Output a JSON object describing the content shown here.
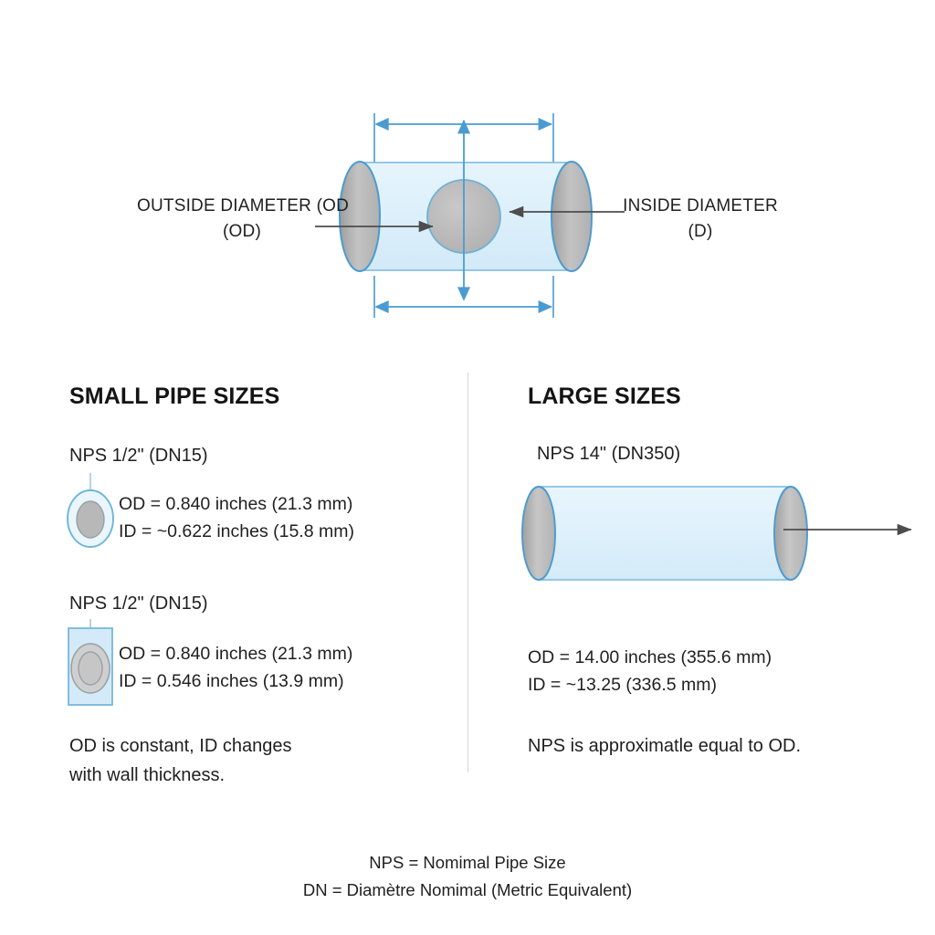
{
  "diagram": {
    "title_hidden": "",
    "top": {
      "outside_label_line1": "OUTSIDE DIAMETER (OD",
      "outside_label_line2": "(OD)",
      "inside_label_line1": "INSIDE DIAMETER",
      "inside_label_line2": "(D)",
      "icons": {
        "pipe": "pipe-cylinder-icon",
        "bore": "bore-circle-icon",
        "od_dimension_top": "double-arrow-horizontal-icon",
        "od_dimension_bottom": "double-arrow-horizontal-icon",
        "id_dimension_vertical": "double-arrow-vertical-icon",
        "od_pointer": "arrow-right-icon",
        "id_pointer": "arrow-left-icon"
      }
    }
  },
  "columns": {
    "small": {
      "title": "SMALL PIPE SIZES",
      "entries": [
        {
          "nps": "NPS 1/2\" (DN15)",
          "od": "OD = 0.840 inches (21.3 mm)",
          "id": "ID = ~0.622 inches (15.8 mm)",
          "icon": "pipe-cross-section-round-icon"
        },
        {
          "nps": "NPS 1/2\" (DN15)",
          "od": "OD = 0.840 inches (21.3 mm)",
          "id": "ID = 0.546 inches (13.9 mm)",
          "icon": "pipe-cross-section-thickwall-icon"
        }
      ],
      "note_line1": "OD is constant, ID changes",
      "note_line2": "with wall thickness."
    },
    "large": {
      "title": "LARGE SIZES",
      "nps": "NPS 14\" (DN350)",
      "od": "OD = 14.00 inches (355.6 mm)",
      "id": "ID = ~13.25 (336.5 mm)",
      "note": "NPS is approximatle equal to OD.",
      "icon": "large-pipe-cylinder-icon",
      "pointer_icon": "arrow-right-icon"
    }
  },
  "footer": {
    "line1": "NPS = Nomimal Pipe Size",
    "line2": "DN = Diamètre Nomimal (Metric Equivalent)"
  },
  "colors": {
    "pipe_fill": "#dceefa",
    "pipe_stroke": "#5ba3d0",
    "bore_fill": "#b8b8b8",
    "bore_stroke": "#7fb6d8",
    "dimension_blue": "#4a9bd1",
    "pointer_grey": "#4d4d4d",
    "divider": "#d6d6d6",
    "text": "#1f1f1f",
    "background": "#ffffff"
  }
}
